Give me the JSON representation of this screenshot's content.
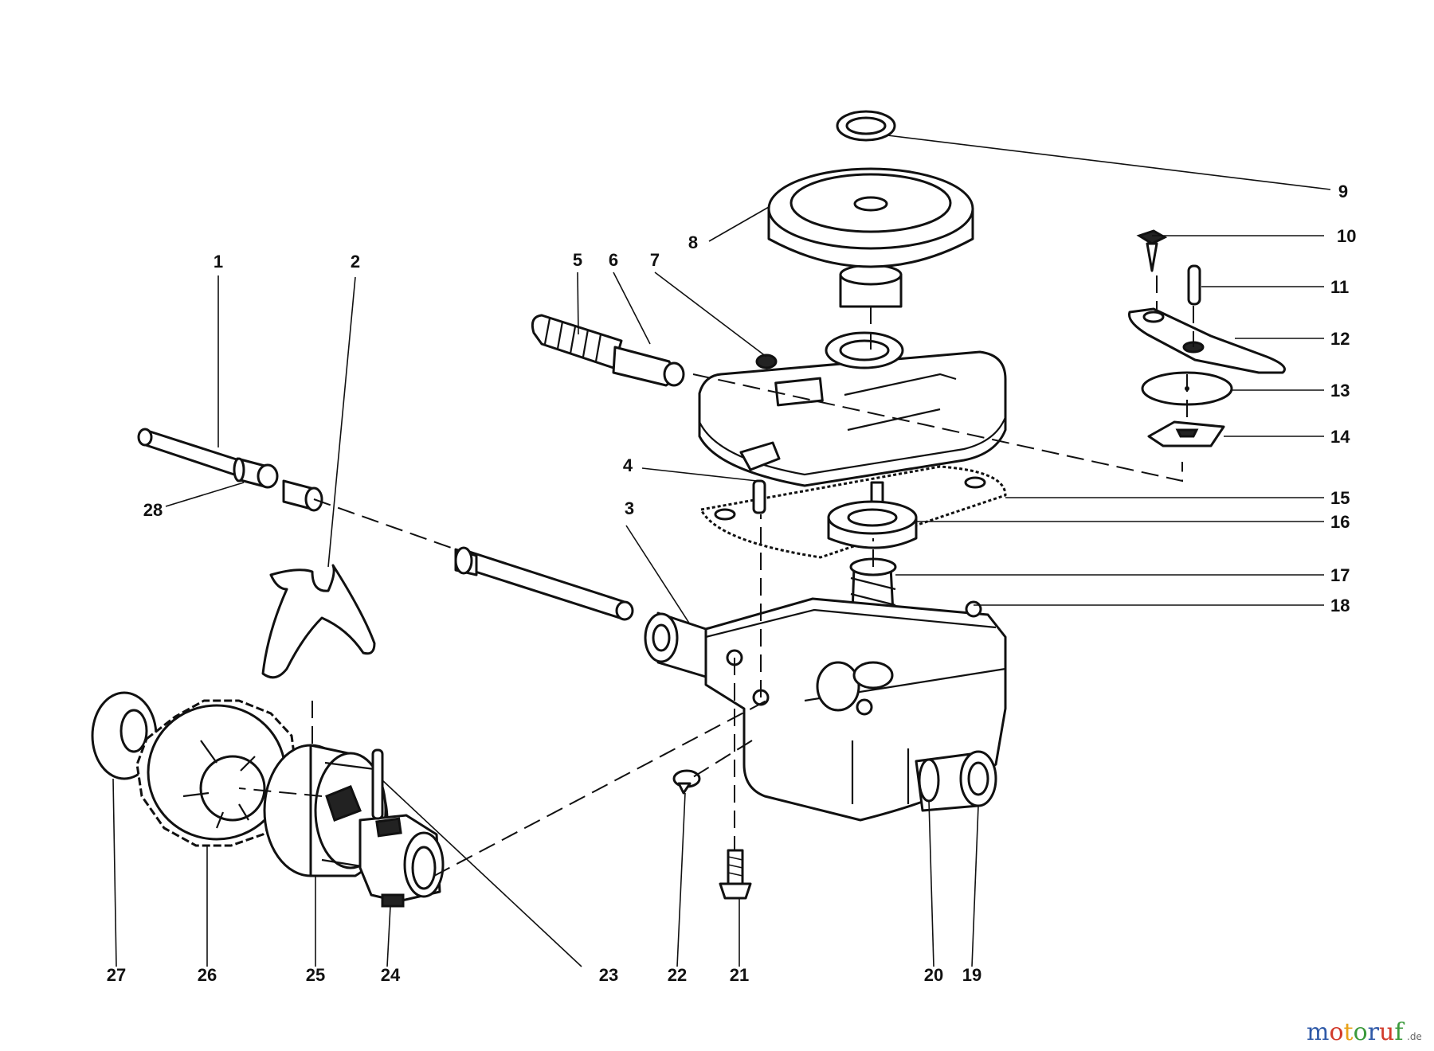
{
  "callouts": [
    {
      "label": "1"
    },
    {
      "label": "2"
    },
    {
      "label": "3"
    },
    {
      "label": "4"
    },
    {
      "label": "5"
    },
    {
      "label": "6"
    },
    {
      "label": "7"
    },
    {
      "label": "8"
    },
    {
      "label": "9"
    },
    {
      "label": "10"
    },
    {
      "label": "11"
    },
    {
      "label": "12"
    },
    {
      "label": "13"
    },
    {
      "label": "14"
    },
    {
      "label": "15"
    },
    {
      "label": "16"
    },
    {
      "label": "17"
    },
    {
      "label": "18"
    },
    {
      "label": "19"
    },
    {
      "label": "20"
    },
    {
      "label": "21"
    },
    {
      "label": "22"
    },
    {
      "label": "23"
    },
    {
      "label": "24"
    },
    {
      "label": "25"
    },
    {
      "label": "26"
    },
    {
      "label": "27"
    },
    {
      "label": "28"
    }
  ],
  "watermark": {
    "brand_letters": [
      "m",
      "o",
      "t",
      "o",
      "r",
      "u",
      "f"
    ],
    "brand_colors": [
      "#2f5aa8",
      "#d23b2b",
      "#e8a21a",
      "#3c9a3c",
      "#2f5aa8",
      "#d23b2b",
      "#3c9a3c"
    ],
    "tld": ".de"
  }
}
